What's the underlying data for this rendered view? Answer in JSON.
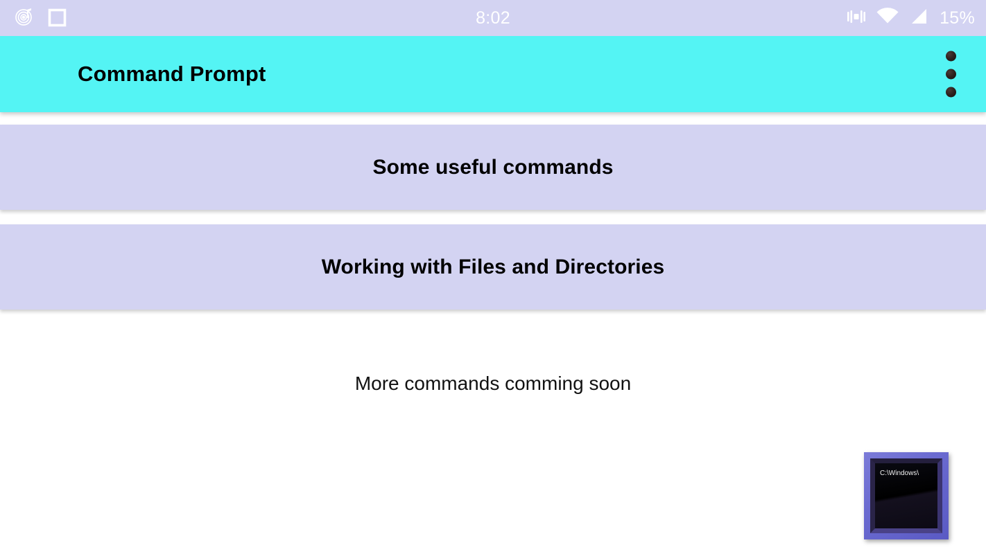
{
  "status_bar": {
    "clock": "8:02",
    "battery_percent": "15%",
    "left_icons": [
      "music-notification-icon",
      "app-square-icon"
    ],
    "right_icons": [
      "vibrate-icon",
      "wifi-icon",
      "cellular-signal-icon"
    ],
    "background_color": "#d3d3f2",
    "foreground_color": "#ffffff"
  },
  "app_bar": {
    "title": "Command Prompt",
    "background_color": "#54f4f4",
    "title_color": "#000000",
    "overflow_menu_icon": "more-vertical-icon"
  },
  "main": {
    "cards": [
      {
        "label": "Some useful commands"
      },
      {
        "label": "Working with Files and Directories"
      }
    ],
    "card_background_color": "#d3d3f2",
    "footer_note": "More commands comming soon"
  },
  "cmd_thumbnail": {
    "icon_name": "command-prompt-icon",
    "path_text": "C:\\Windows\\",
    "frame_color": "#6a6ad0",
    "screen_color": "#000000"
  }
}
